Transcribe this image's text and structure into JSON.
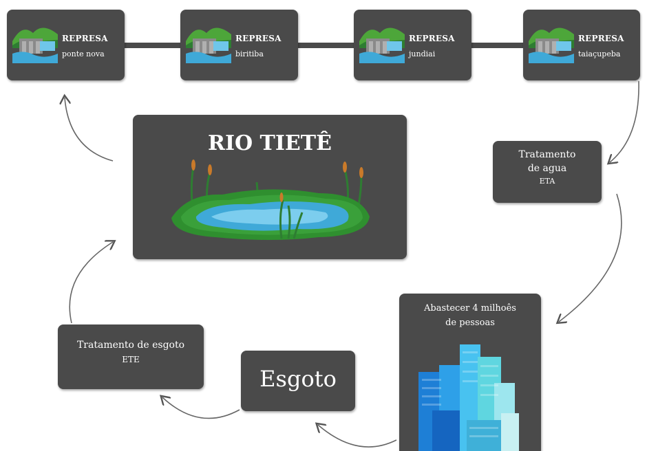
{
  "dams": [
    {
      "title": "REPRESA",
      "name": "ponte nova"
    },
    {
      "title": "REPRESA",
      "name": "biritiba"
    },
    {
      "title": "REPRESA",
      "name": "jundiai"
    },
    {
      "title": "REPRESA",
      "name": "taiaçupeba"
    }
  ],
  "river": {
    "title": "RIO TIETÊ"
  },
  "water_treatment": {
    "line1": "Tratamento",
    "line2": "de agua",
    "line3": "ETA"
  },
  "supply": {
    "line1": "Abastecer 4 milhoês",
    "line2": "de pessoas"
  },
  "sewage": {
    "label": "Esgoto"
  },
  "sewage_treatment": {
    "line1": "Tratamento de esgoto",
    "line2": "ETE"
  },
  "colors": {
    "box": "#4a4a4a",
    "text": "#ffffff",
    "arrow": "#555555",
    "water": "#3fa9d8",
    "grass": "#2f8f2f"
  }
}
